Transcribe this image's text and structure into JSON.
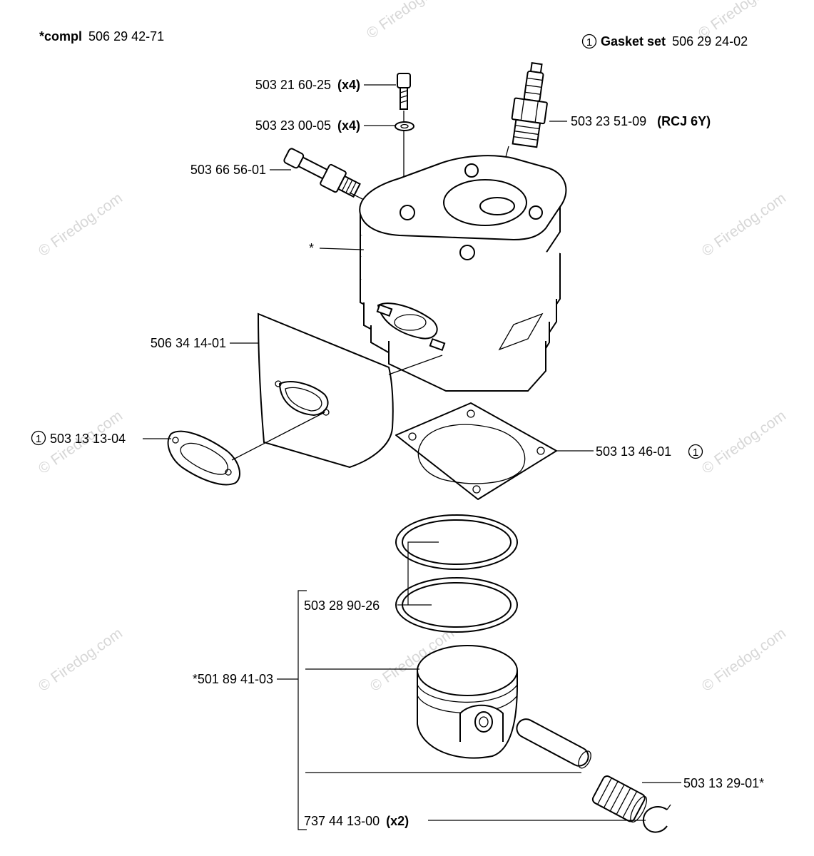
{
  "header": {
    "compl_prefix": "*compl",
    "compl_number": "506 29 42-71",
    "gasket_circle": "1",
    "gasket_label": "Gasket set",
    "gasket_number": "506 29 24-02"
  },
  "watermark": "© Firedog.com",
  "parts": {
    "screw": {
      "number": "503 21 60-25",
      "qty": "(x4)"
    },
    "washer": {
      "number": "503 23 00-05",
      "qty": "(x4)"
    },
    "spark_plug": {
      "number": "503 23 51-09",
      "note": "(RCJ 6Y)"
    },
    "valve": {
      "number": "503 66 56-01"
    },
    "cylinder": {
      "marker": "*"
    },
    "plate": {
      "number": "506 34 14-01"
    },
    "muffler_gasket": {
      "circle": "1",
      "number": "503 13 13-04"
    },
    "cylinder_gasket": {
      "number": "503 13 46-01",
      "circle": "1"
    },
    "rings": {
      "number": "503 28 90-26"
    },
    "piston_kit": {
      "number": "*501 89 41-03"
    },
    "bearing": {
      "number": "503 13 29-01*"
    },
    "circlip": {
      "number": "737 44 13-00",
      "qty": "(x2)"
    }
  }
}
